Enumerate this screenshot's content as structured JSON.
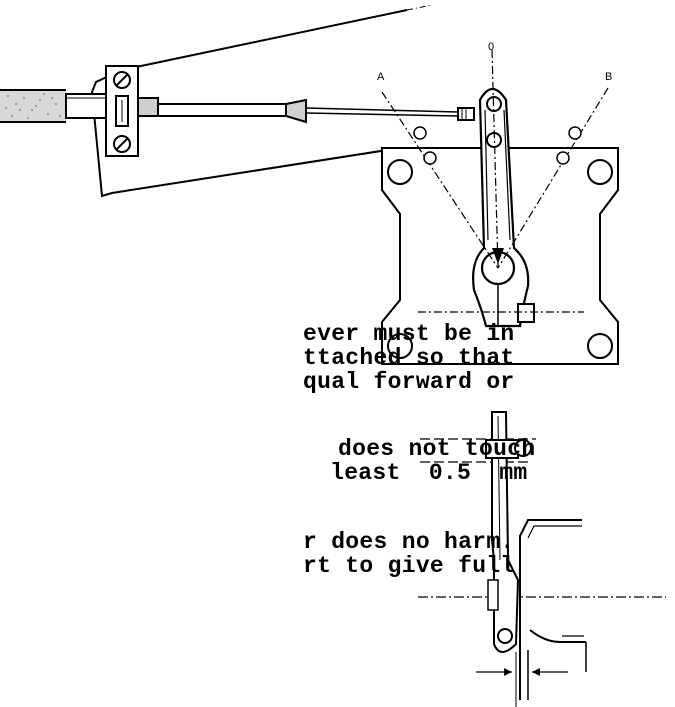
{
  "diagram": {
    "label_a": "A",
    "label_o": "0",
    "label_b": "B"
  },
  "text_lines": [
    "ever must be in",
    "ttached so that",
    "qual forward or",
    "does not touch",
    " least  0.5  mm",
    "r does no harm.",
    "rt to give full"
  ],
  "colors": {
    "ink": "#000000",
    "paper": "#ffffff"
  }
}
